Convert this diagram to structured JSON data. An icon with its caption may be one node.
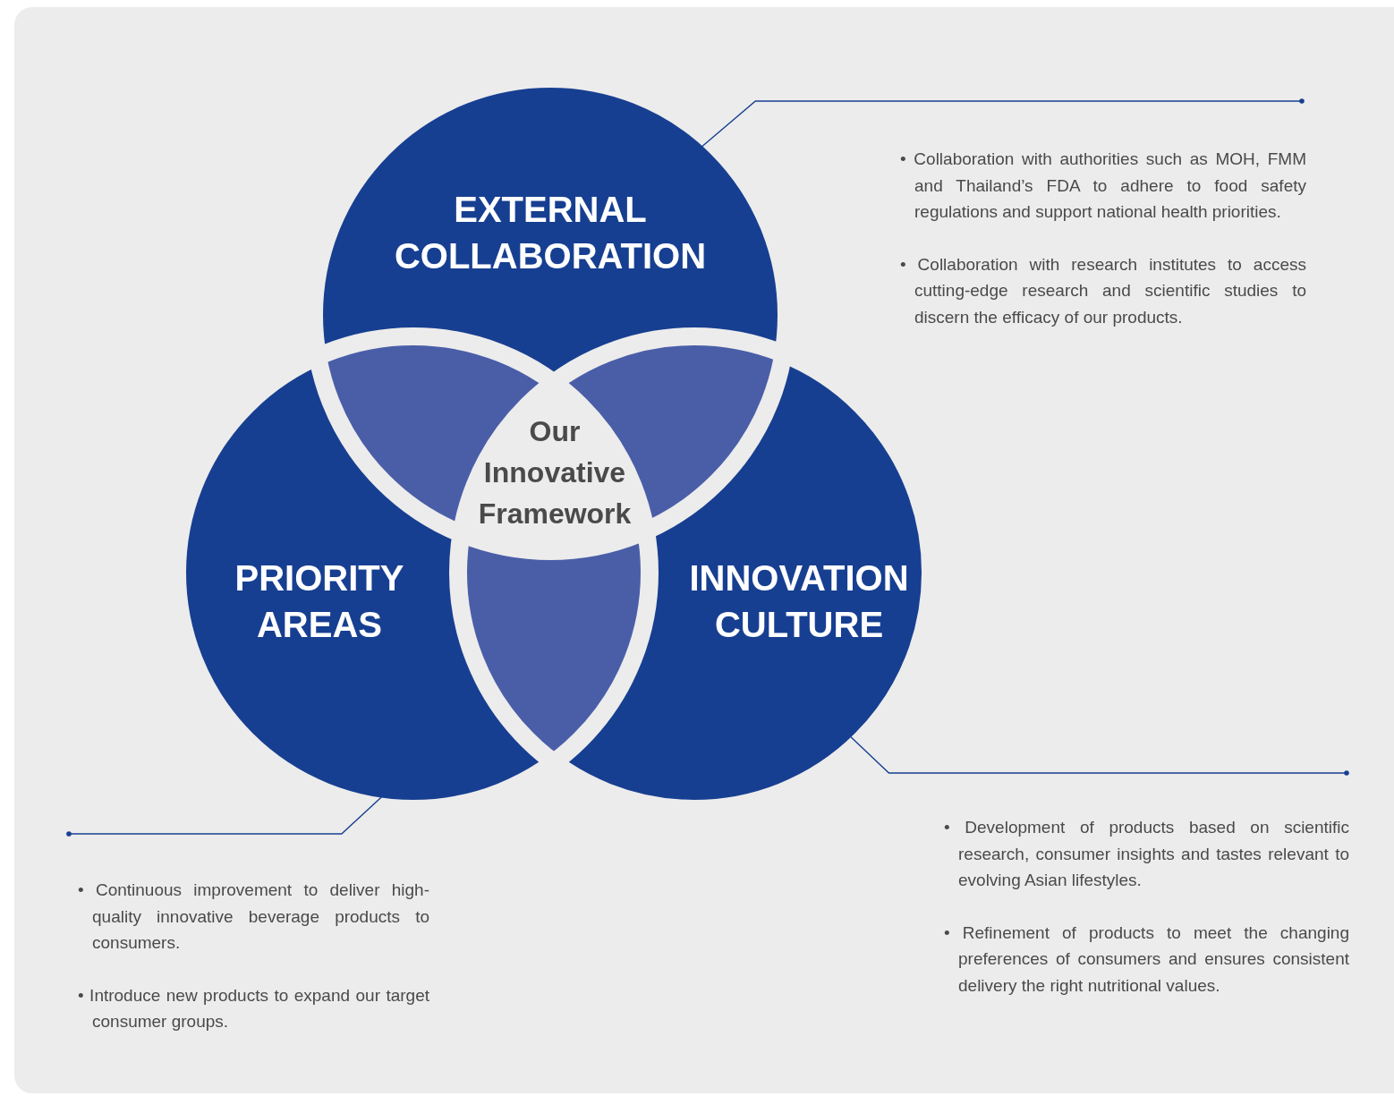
{
  "diagram": {
    "nodes": [
      {
        "text": [
          "EXTERNAL COLLABORATION"
        ]
      },
      {
        "text": [
          "PRIORITY AREAS"
        ]
      },
      {
        "text": [
          "INNOVATION CULTURE"
        ]
      },
      {
        "text": [
          "Our Innovative Framework"
        ]
      },
      {
        "text": [
          "• Collaboration with authorities such as MOH, FMM and Thailand’s FDA to adhere to food safety regulations and support national health priorities.",
          "• Collaboration with research institutes to access cutting-edge research and scientific studies to discern the efficacy of our products."
        ]
      },
      {
        "text": [
          "• Continuous improvement to deliver high-quality innovative beverage products to consumers.",
          "• Introduce new products to expand our target consumer groups."
        ]
      },
      {
        "text": [
          "• Development of products based on scientific research, consumer insights and tastes relevant to evolving Asian lifestyles.",
          "• Refinement of products to meet the changing preferences of consumers and ensures consistent delivery the right nutritional values."
        ]
      }
    ],
    "edges": [
      {
        "from": 0,
        "to": 4,
        "arrow": "other"
      },
      {
        "from": 1,
        "to": 5,
        "arrow": "other"
      },
      {
        "from": 2,
        "to": 6,
        "arrow": "other"
      }
    ]
  }
}
